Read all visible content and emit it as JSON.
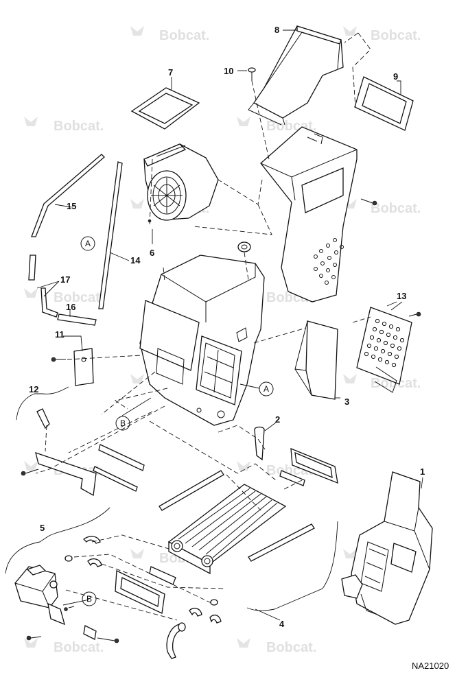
{
  "watermark": {
    "text": "Bobcat."
  },
  "drawing_id": "NA21020",
  "callouts": [
    "1",
    "2",
    "3",
    "4",
    "5",
    "6",
    "7",
    "8",
    "9",
    "10",
    "11",
    "12",
    "13",
    "14",
    "15",
    "16",
    "17"
  ],
  "refs": {
    "a": "A",
    "b": "B"
  }
}
